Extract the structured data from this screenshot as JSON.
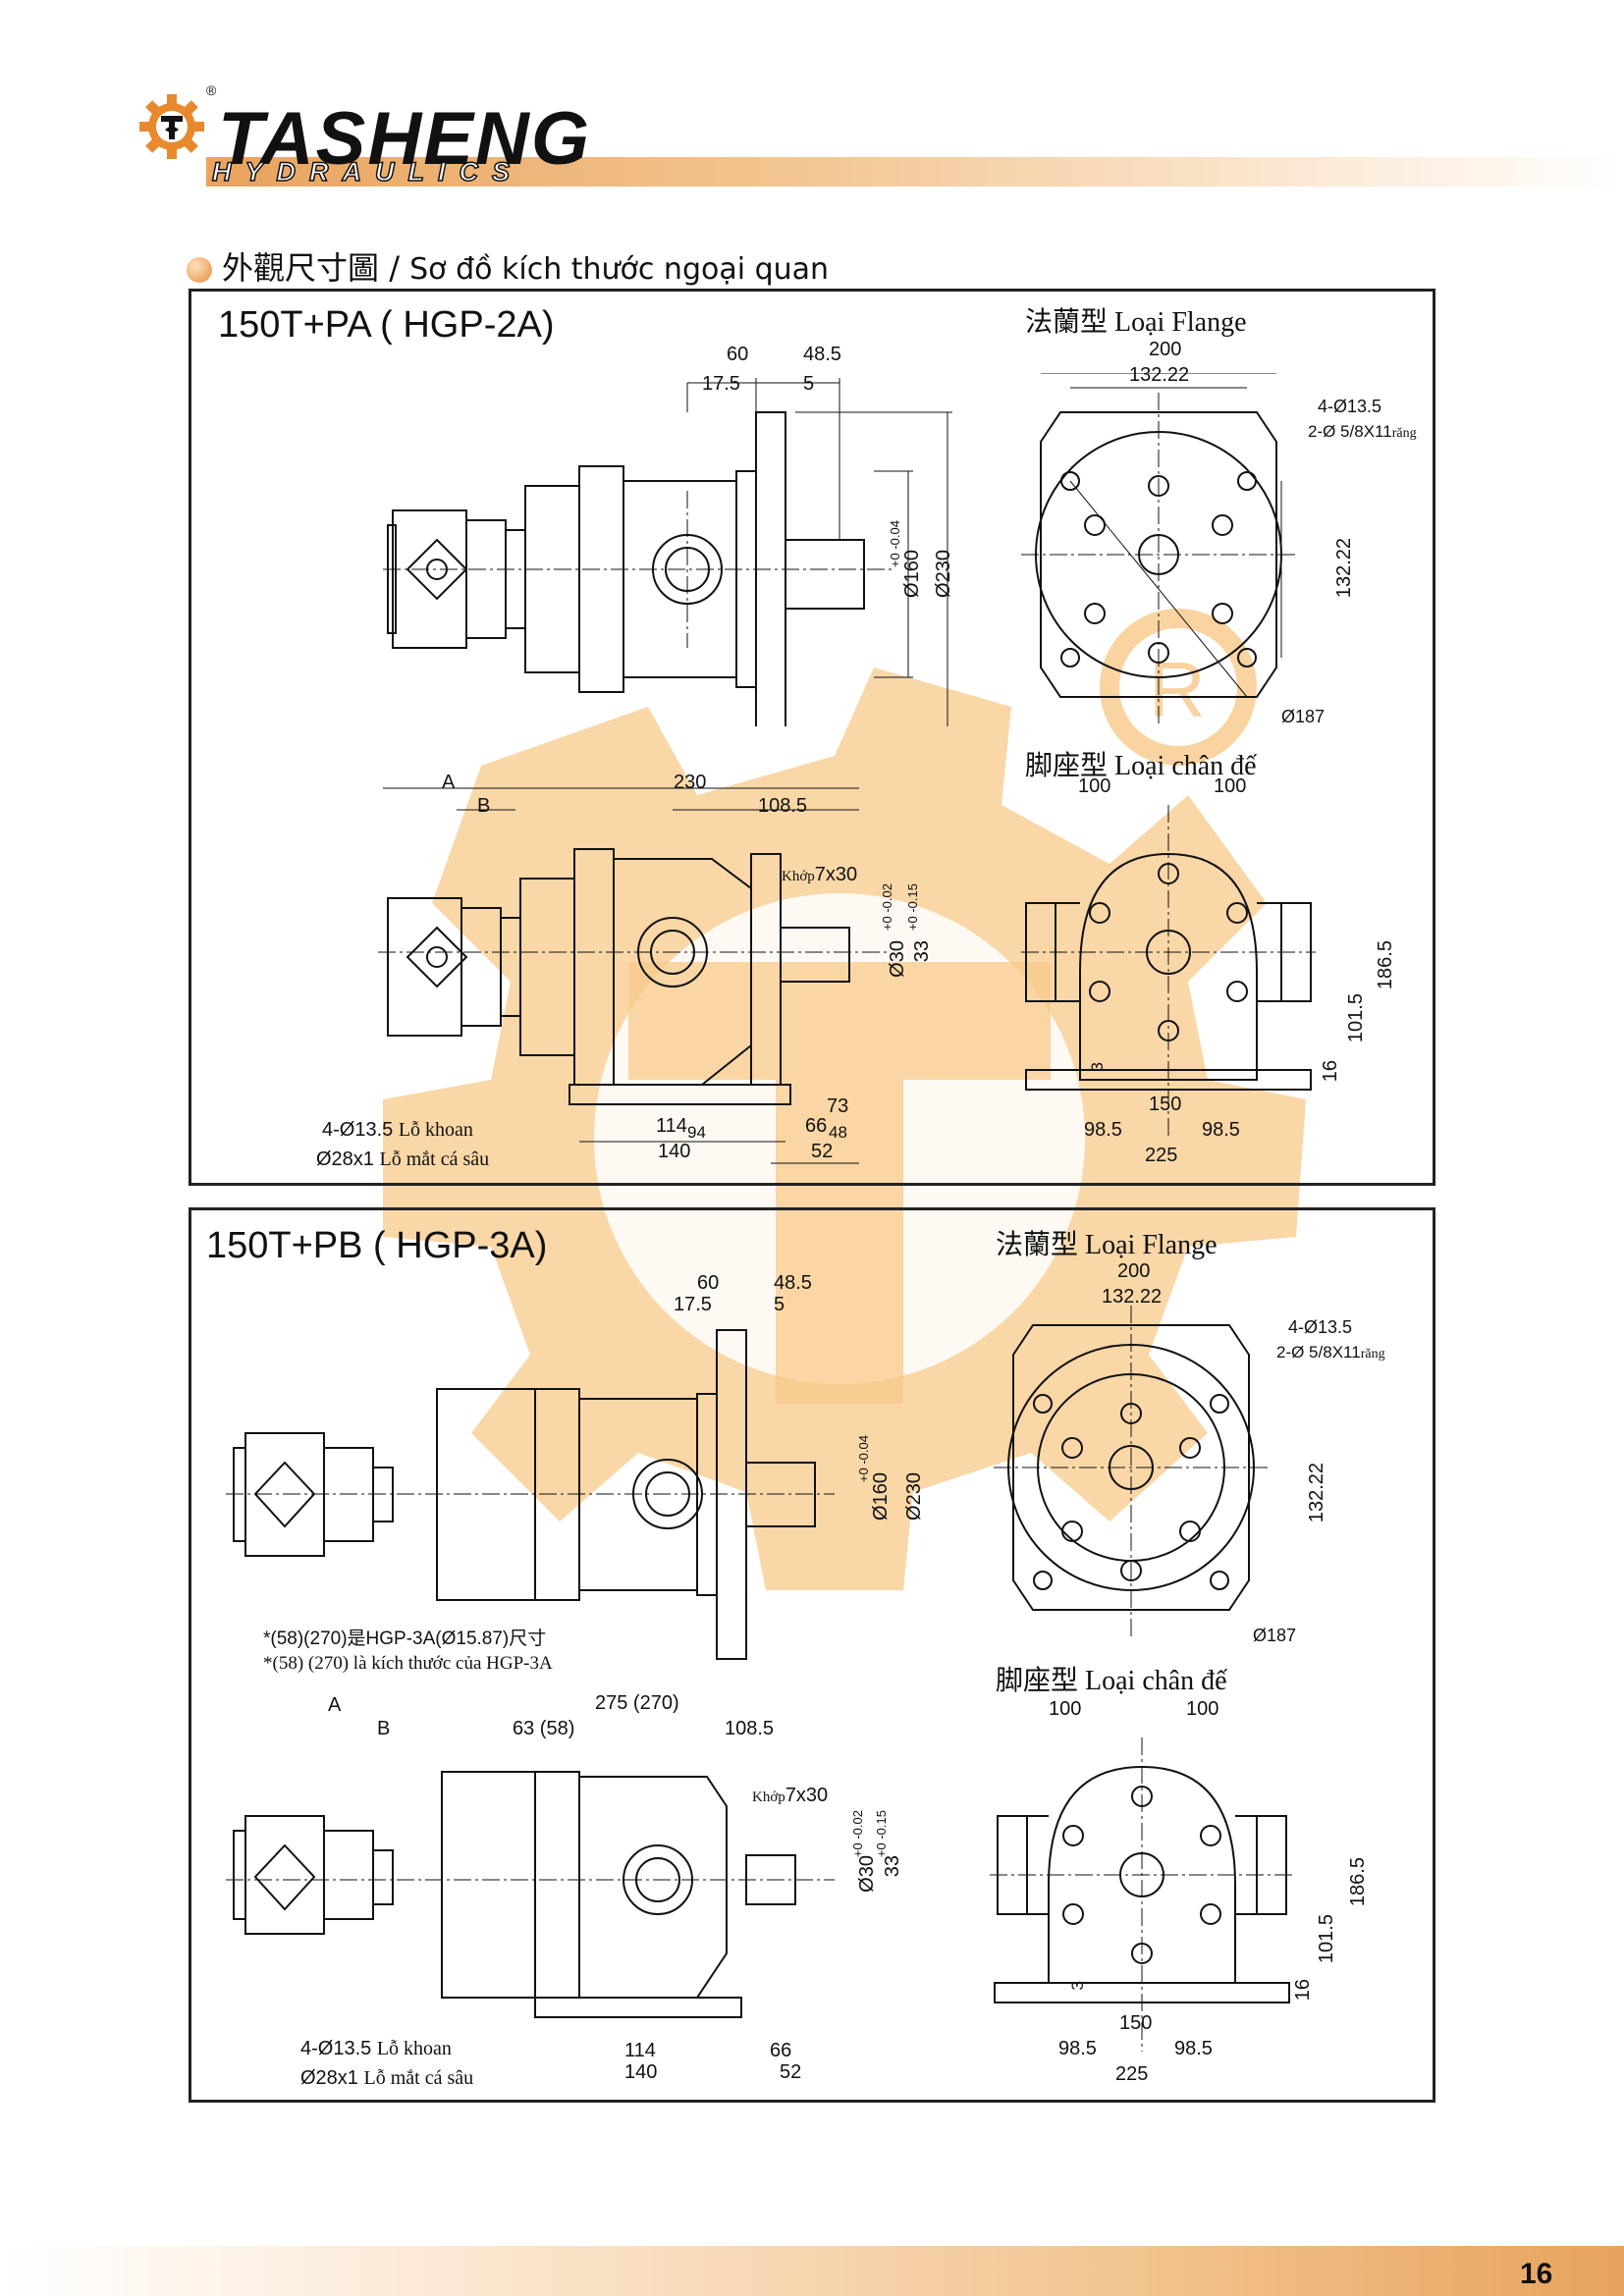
{
  "brand": {
    "name": "TASHENG",
    "sub": "HYDRAULICS",
    "registered": "®"
  },
  "section_title": {
    "zh": "外觀尺寸圖",
    "sep": " / ",
    "vi": "Sơ đồ kích thước ngoại quan"
  },
  "panel1": {
    "title": "150T+PA ( HGP-2A)",
    "flange_caption_zh": "法蘭型",
    "flange_caption_vi": "Loại Flange",
    "foot_caption_zh": "脚座型",
    "foot_caption_vi": "Loại chân đế",
    "dims": {
      "d60": "60",
      "d48_5": "48.5",
      "d17_5": "17.5",
      "d5": "5",
      "d160": "Ø160",
      "d160tol": "+0 -0.04",
      "d230": "Ø230",
      "f200": "200",
      "f132_22": "132.22",
      "f4_13_5": "4-Ø13.5",
      "f2_58": "2-Ø 5/8X11",
      "f2_58_unit": "răng",
      "f132_22v": "132.22",
      "f187": "Ø187",
      "A": "A",
      "B": "B",
      "s230": "230",
      "s108_5": "108.5",
      "khop": "Khớp",
      "key": "7x30",
      "tol1": "+0 -0.02",
      "tol2": "+0 -0.15",
      "d30": "Ø30",
      "d33": "33",
      "h13_5": "4-Ø13.5",
      "h13_5_vi": "Lỗ khoan",
      "h28": "Ø28x1",
      "h28_vi": "Lỗ mắt cá sâu",
      "b114": "114",
      "b94": "94",
      "b140": "140",
      "b73": "73",
      "b66": "66",
      "b48": "48",
      "b52": "52",
      "p100a": "100",
      "p100b": "100",
      "p186_5": "186.5",
      "p101_5": "101.5",
      "p16": "16",
      "p3": "3",
      "p150": "150",
      "p98_5a": "98.5",
      "p98_5b": "98.5",
      "p225": "225"
    }
  },
  "panel2": {
    "title": "150T+PB ( HGP-3A)",
    "flange_caption_zh": "法蘭型",
    "flange_caption_vi": "Loại Flange",
    "foot_caption_zh": "脚座型",
    "foot_caption_vi": "Loại chân đế",
    "note_zh": "*(58)(270)是HGP-3A(Ø15.87)尺寸",
    "note_vi": "*(58) (270) là kích thước của HGP-3A",
    "dims": {
      "d60": "60",
      "d48_5": "48.5",
      "d17_5": "17.5",
      "d5": "5",
      "d160": "Ø160",
      "d160tol": "+0 -0.04",
      "d230": "Ø230",
      "f200": "200",
      "f132_22": "132.22",
      "f4_13_5": "4-Ø13.5",
      "f2_58": "2-Ø 5/8X11",
      "f2_58_unit": "răng",
      "f132_22v": "132.22",
      "f187": "Ø187",
      "A": "A",
      "B": "B",
      "s275": "275 (270)",
      "s63": "63 (58)",
      "s108_5": "108.5",
      "khop": "Khớp",
      "key": "7x30",
      "tol1": "+0 -0.02",
      "tol2": "+0 -0.15",
      "d30": "Ø30",
      "d33": "33",
      "h13_5": "4-Ø13.5",
      "h13_5_vi": "Lỗ khoan",
      "h28": "Ø28x1",
      "h28_vi": "Lỗ mắt cá sâu",
      "b114": "114",
      "b140": "140",
      "b66": "66",
      "b52": "52",
      "p100a": "100",
      "p100b": "100",
      "p186_5": "186.5",
      "p101_5": "101.5",
      "p16": "16",
      "p3": "3",
      "p150": "150",
      "p98_5a": "98.5",
      "p98_5b": "98.5",
      "p225": "225"
    }
  },
  "page_number": "16",
  "colors": {
    "accent": "#e8a35e",
    "watermark": "#f7c98a",
    "line": "#111111"
  }
}
